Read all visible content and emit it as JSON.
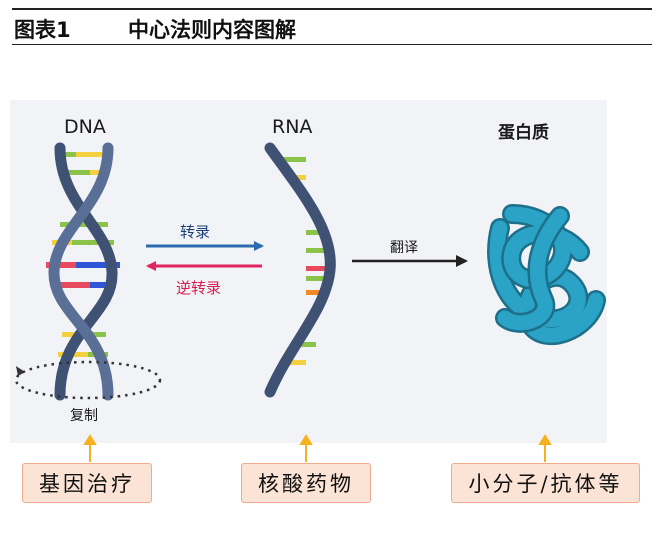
{
  "figure": {
    "number": "图表1",
    "title": "中心法则内容图解"
  },
  "diagram": {
    "dna_label": "DNA",
    "rna_label": "RNA",
    "protein_label": "蛋白质",
    "transcription_label": "转录",
    "reverse_transcription_label": "逆转录",
    "translation_label": "翻译",
    "replication_label": "复制"
  },
  "applications": [
    "基因治疗",
    "核酸药物",
    "小分子/抗体等"
  ],
  "colors": {
    "strand": "#4a5d7e",
    "transcription_arrow": "#2b6cb0",
    "reverse_arrow": "#e0245e",
    "protein": "#2aa3c6",
    "pointer_arrow": "#f5b21e",
    "box_fill": "#fbe4d5",
    "box_border": "#f1a98f"
  }
}
